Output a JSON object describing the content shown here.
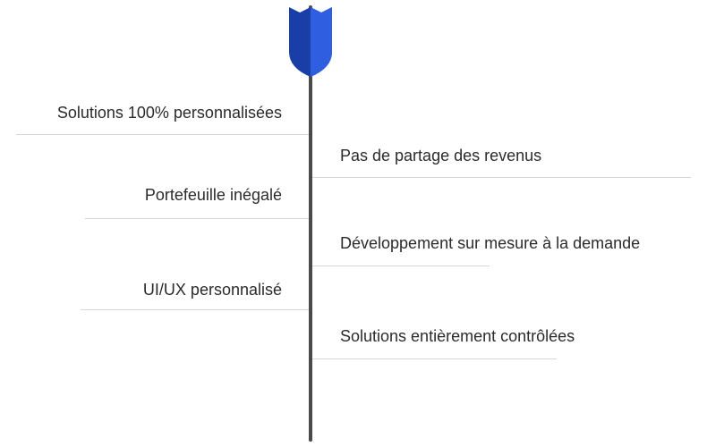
{
  "accent_colors": {
    "shield_light": "#2f5fe0",
    "shield_dark": "#1a3ea8",
    "axis": "#4a4a4a"
  },
  "icon": "shield-icon",
  "items": [
    {
      "side": "left",
      "label": "Solutions 100% personnalisées"
    },
    {
      "side": "right",
      "label": "Pas de partage des revenus"
    },
    {
      "side": "left",
      "label": "Portefeuille inégalé"
    },
    {
      "side": "right",
      "label": "Développement sur mesure à la demande"
    },
    {
      "side": "left",
      "label": "UI/UX personnalisé"
    },
    {
      "side": "right",
      "label": "Solutions entièrement contrôlées"
    }
  ]
}
